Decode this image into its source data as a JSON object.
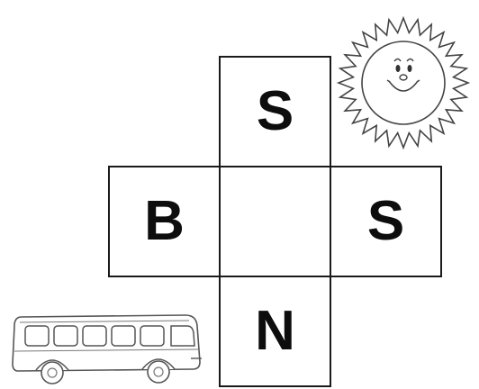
{
  "grid": {
    "top": "S",
    "left": "B",
    "center": "",
    "right": "S",
    "bottom": "N"
  },
  "pictures": {
    "sun": "sun-icon",
    "bus": "bus-icon"
  },
  "colors": {
    "ink": "#1a1a1a",
    "background": "#ffffff"
  }
}
